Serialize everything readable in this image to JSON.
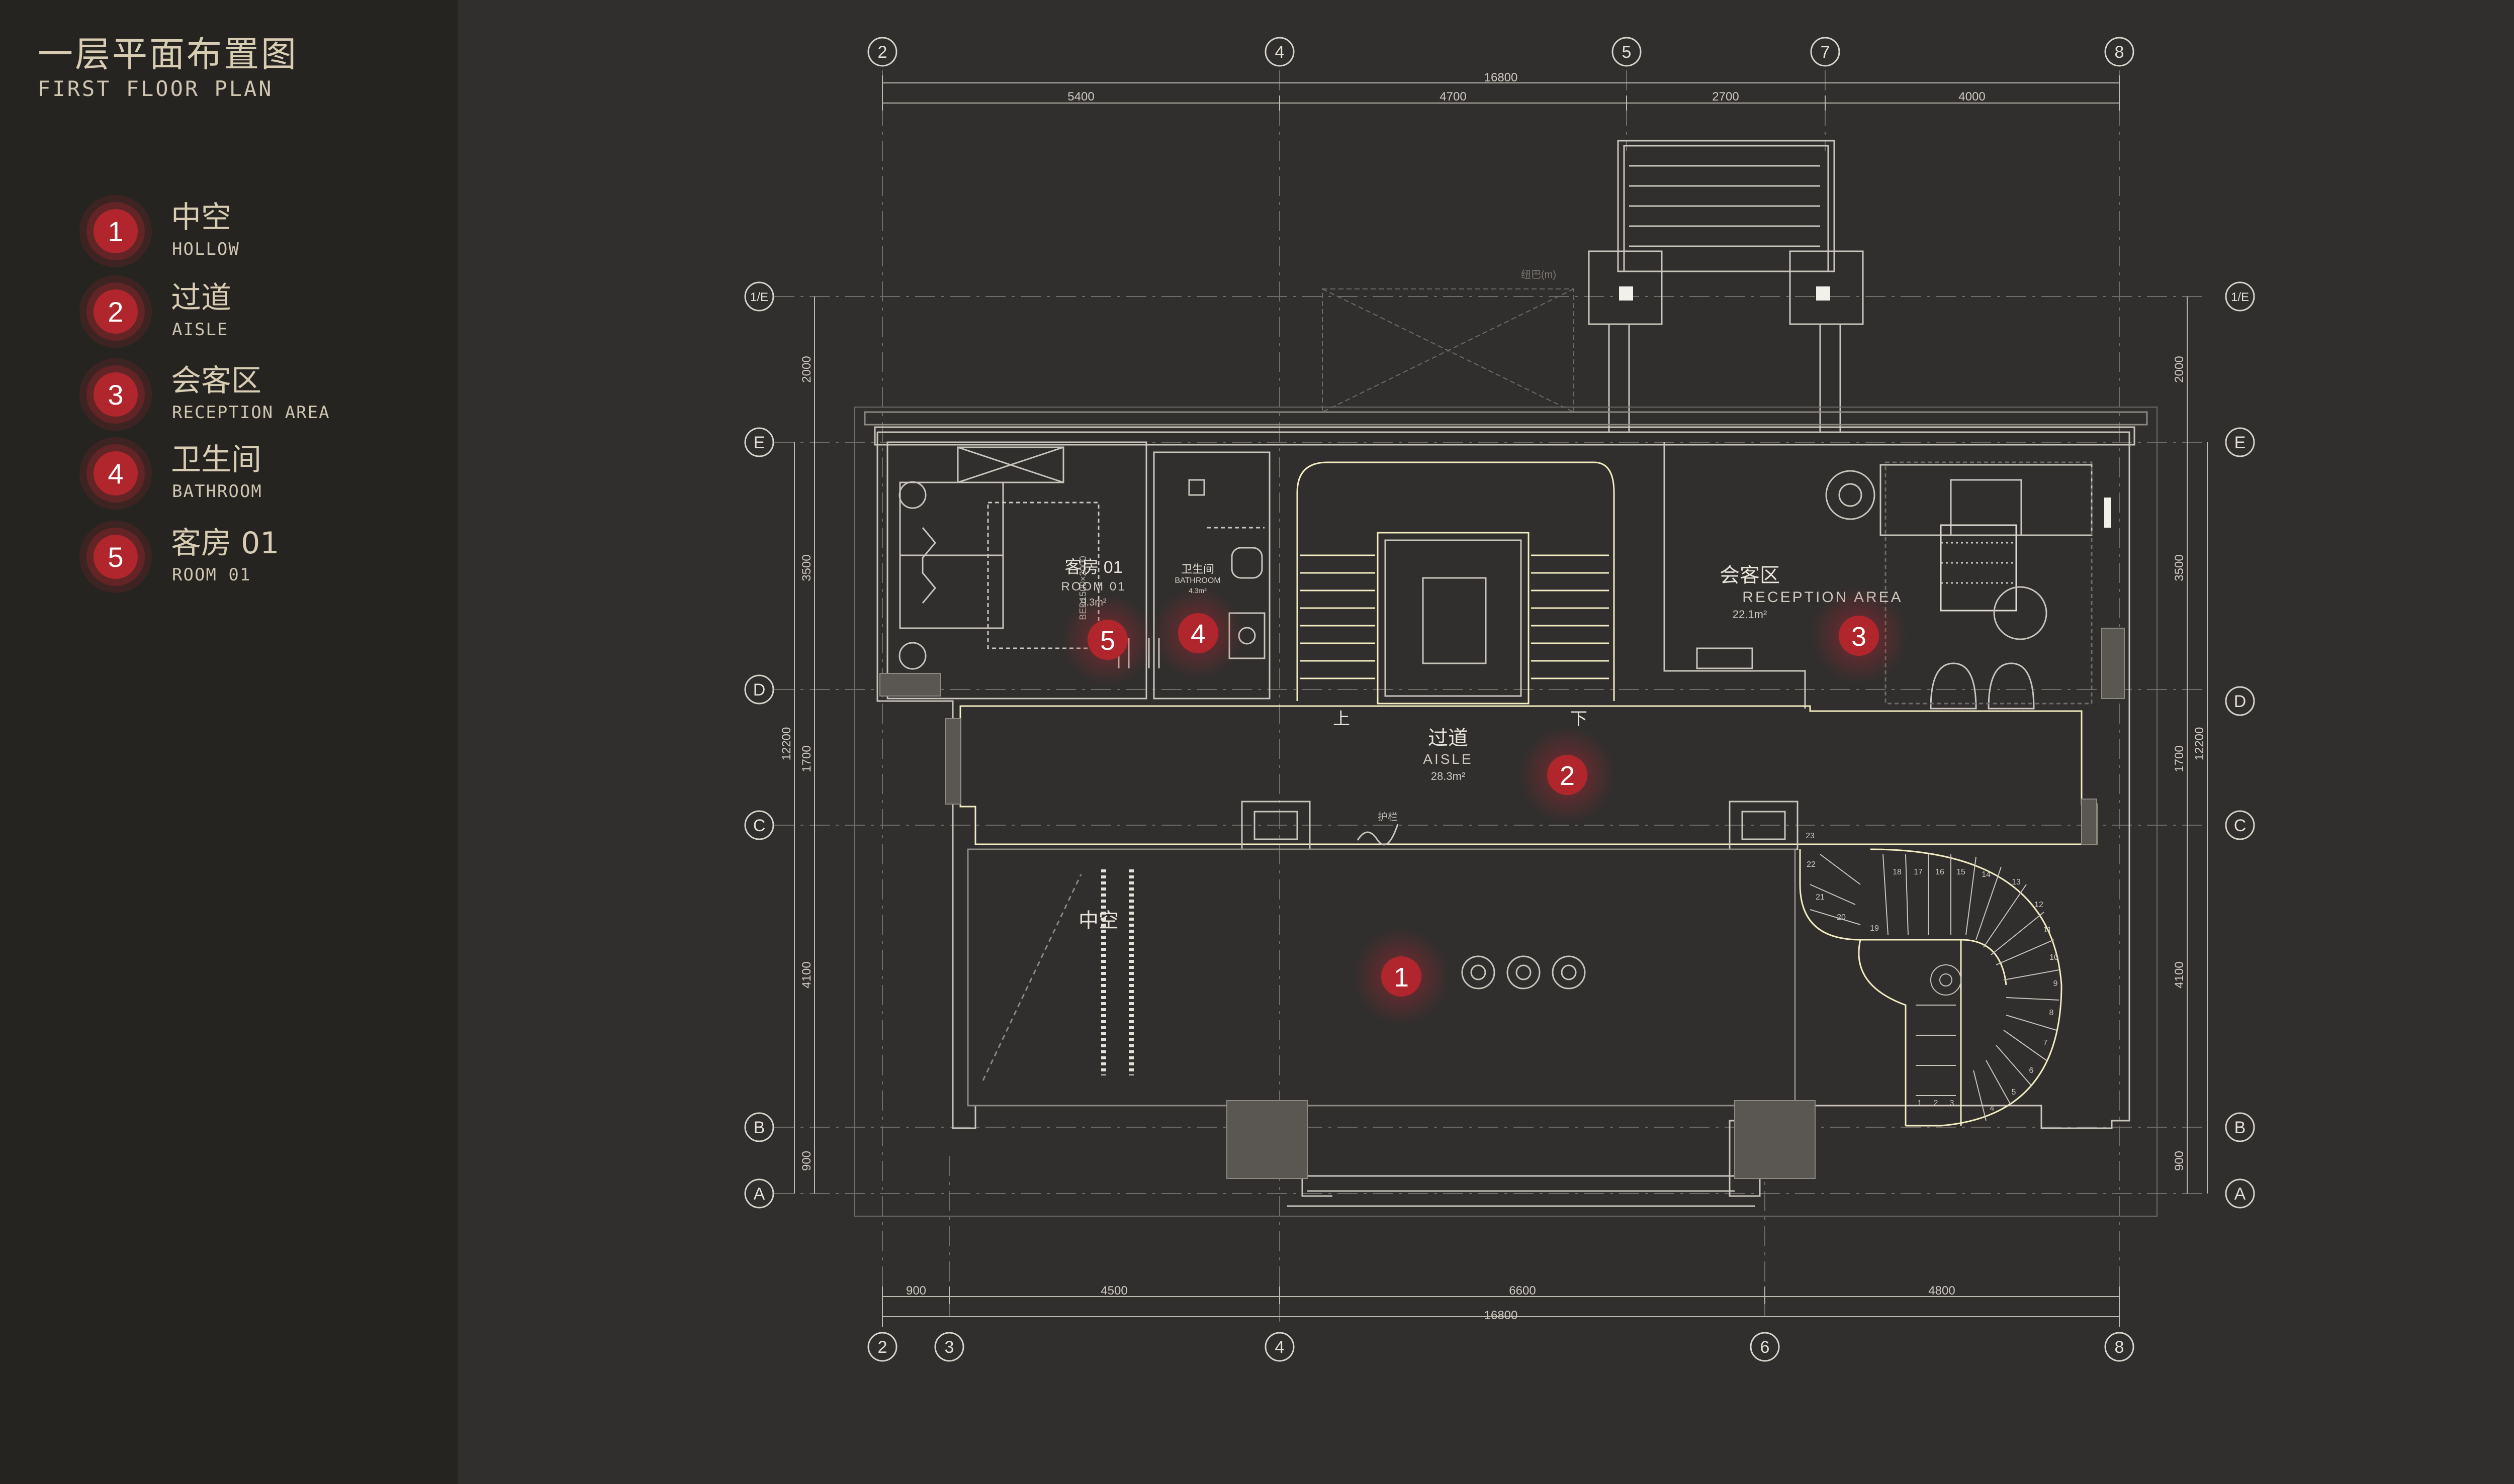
{
  "title_cn": "一层平面布置图",
  "title_en": "FIRST FLOOR PLAN",
  "legend": [
    {
      "num": "1",
      "cn": "中空",
      "en": "HOLLOW"
    },
    {
      "num": "2",
      "cn": "过道",
      "en": "AISLE"
    },
    {
      "num": "3",
      "cn": "会客区",
      "en": "RECEPTION AREA"
    },
    {
      "num": "4",
      "cn": "卫生间",
      "en": "BATHROOM"
    },
    {
      "num": "5",
      "cn": "客房 01",
      "en": "ROOM 01"
    }
  ],
  "grid_top": [
    "2",
    "4",
    "5",
    "7",
    "8"
  ],
  "grid_bottom": [
    "2",
    "3",
    "4",
    "6",
    "8"
  ],
  "grid_rows": [
    "1/E",
    "E",
    "D",
    "C",
    "B",
    "A"
  ],
  "dims_top_total": "16800",
  "dims_top": [
    "5400",
    "4700",
    "2700",
    "4000"
  ],
  "dims_bottom": [
    "900",
    "4500",
    "6600",
    "4800"
  ],
  "dims_bottom_total": "16800",
  "dims_side": [
    "2000",
    "3500",
    "1700",
    "4100",
    "900"
  ],
  "dims_side_total": "12200",
  "rooms": {
    "room01_cn": "客房 01",
    "room01_en": "ROOM 01",
    "room01_area": "9.3m²",
    "bed_label": "BED1500×2000",
    "bath_cn": "卫生间",
    "bath_en": "BATHROOM",
    "bath_area": "4.3m²",
    "reception_cn": "会客区",
    "reception_en": "RECEPTION AREA",
    "reception_area": "22.1m²",
    "aisle_cn": "过道",
    "aisle_en": "AISLE",
    "aisle_area": "28.3m²",
    "hollow_cn": "中空",
    "up": "上",
    "down": "下",
    "rail": "护栏",
    "balcony": "纽巴(m)"
  },
  "stair_numbers": [
    "23",
    "22",
    "21",
    "20",
    "19",
    "18",
    "17",
    "16",
    "15",
    "14",
    "13",
    "12",
    "11",
    "10",
    "9",
    "8",
    "7",
    "6",
    "5",
    "4",
    "3",
    "2",
    "1"
  ],
  "colors": {
    "background": "#312f2e",
    "sidebar": "#262421",
    "badge_red": "#a8252c",
    "line": "#c9c4bc",
    "highlight": "#f2ecc0"
  }
}
